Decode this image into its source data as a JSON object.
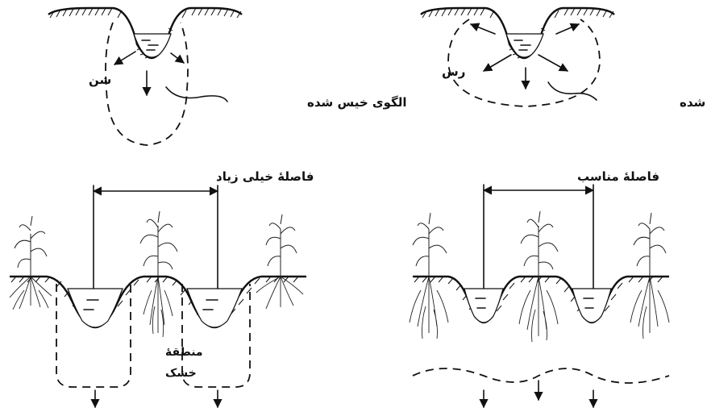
{
  "top_left": {
    "soil_label": "شن",
    "pattern_label": "الگوی خیس شده"
  },
  "top_right": {
    "soil_label": "رس",
    "pattern_label": "الگوی خیس شده"
  },
  "bottom_left": {
    "spacing_label": "فاصلهٔ خیلی زیاد",
    "dry_zone_label_line1": "منطقهٔ",
    "dry_zone_label_line2": "خشک"
  },
  "bottom_right": {
    "spacing_label": "فاصلهٔ مناسب"
  },
  "colors": {
    "ink": "#111111",
    "background": "#ffffff"
  }
}
